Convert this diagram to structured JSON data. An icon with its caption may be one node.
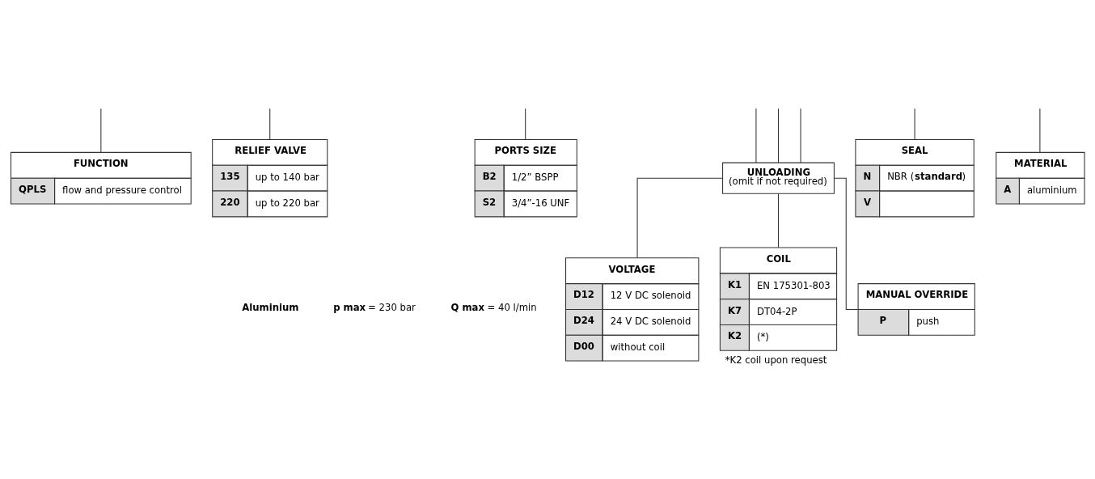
{
  "diagram": {
    "nodes": [
      {
        "text": [
          "FUNCTION",
          "QPLS",
          "flow and pressure control"
        ]
      },
      {
        "text": [
          "RELIEF VALVE",
          "135",
          "up to 140 bar",
          "220",
          "up to 220 bar"
        ]
      },
      {
        "text": [
          "PORTS SIZE",
          "B2",
          "1/2” BSPP",
          "S2",
          "3/4”-16 UNF"
        ]
      },
      {
        "text": [
          "UNLOADING",
          "(omit if not required)"
        ]
      },
      {
        "text": [
          "SEAL",
          "N",
          "NBR (**standard**)",
          "V"
        ]
      },
      {
        "text": [
          "MATERIAL",
          "A",
          "aluminium"
        ]
      },
      {
        "text": [
          "VOLTAGE",
          "D12",
          "12 V DC solenoid",
          "D24",
          "24 V DC solenoid",
          "D00",
          "without coil"
        ]
      },
      {
        "text": [
          "COIL",
          "K1",
          "EN 175301-803",
          "K7",
          "DT04-2P",
          "K2",
          "(*)"
        ],
        "beside": [
          "*K2 coil upon request"
        ]
      },
      {
        "text": [
          "MANUAL OVERRIDE",
          "P",
          "push"
        ]
      }
    ],
    "edges": [
      {
        "from": null,
        "to": 0,
        "arrow": "none"
      },
      {
        "from": null,
        "to": 1,
        "arrow": "none"
      },
      {
        "from": null,
        "to": 2,
        "arrow": "none"
      },
      {
        "from": null,
        "to": 5,
        "arrow": "none"
      },
      {
        "from": null,
        "to": 3,
        "arrow": "none"
      },
      {
        "from": null,
        "to": 3,
        "arrow": "none"
      },
      {
        "from": null,
        "to": 3,
        "arrow": "none"
      },
      {
        "from": 3,
        "to": 6,
        "arrow": "none"
      },
      {
        "from": 3,
        "to": 7,
        "arrow": "none"
      },
      {
        "from": 3,
        "to": 8,
        "arrow": "none"
      },
      {
        "from": null,
        "to": 4,
        "arrow": "none"
      }
    ],
    "labels": [
      "Aluminium",
      "**p max** = 230 bar",
      "**Q max** = 40 l/min"
    ]
  }
}
